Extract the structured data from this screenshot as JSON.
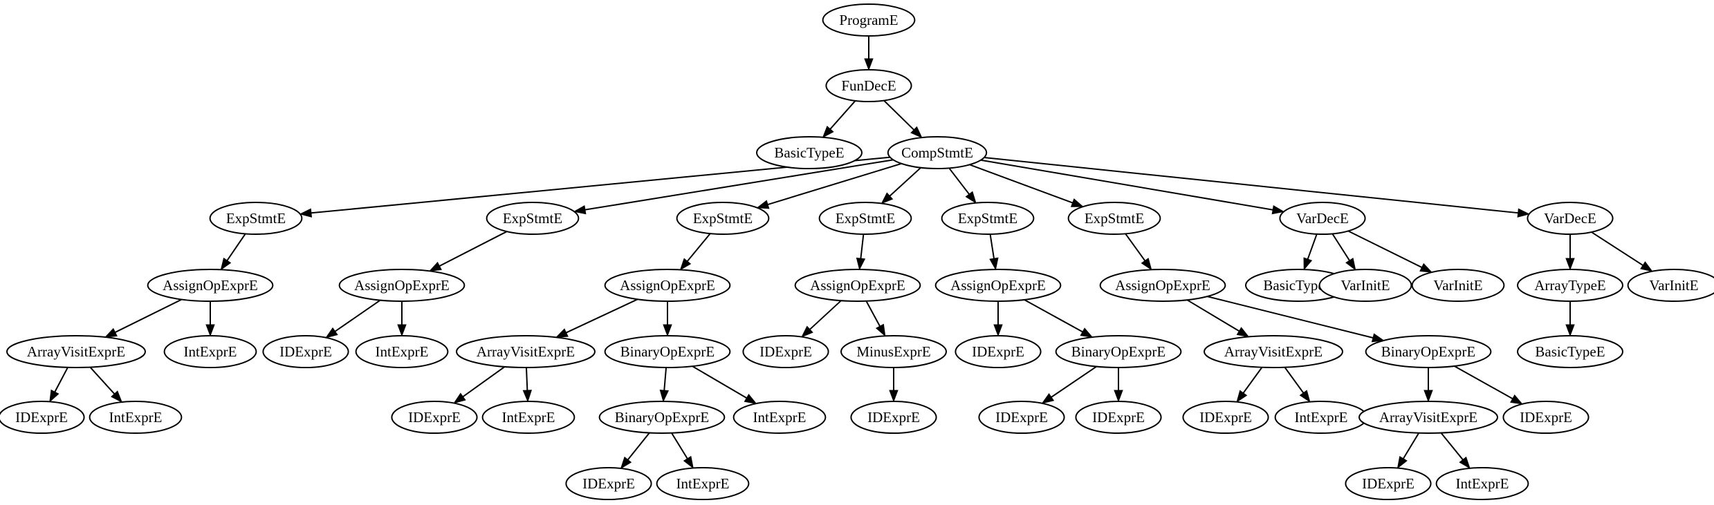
{
  "diagram": {
    "type": "tree",
    "nodes": [
      {
        "id": "n0",
        "label": "ProgramE"
      },
      {
        "id": "n1",
        "label": "FunDecE"
      },
      {
        "id": "n2",
        "label": "BasicTypeE"
      },
      {
        "id": "n3",
        "label": "CompStmtE"
      },
      {
        "id": "n4",
        "label": "ExpStmtE"
      },
      {
        "id": "n5",
        "label": "ExpStmtE"
      },
      {
        "id": "n6",
        "label": "ExpStmtE"
      },
      {
        "id": "n7",
        "label": "ExpStmtE"
      },
      {
        "id": "n8",
        "label": "ExpStmtE"
      },
      {
        "id": "n9",
        "label": "ExpStmtE"
      },
      {
        "id": "n10",
        "label": "VarDecE"
      },
      {
        "id": "n11",
        "label": "VarDecE"
      },
      {
        "id": "n12",
        "label": "AssignOpExprE"
      },
      {
        "id": "n13",
        "label": "AssignOpExprE"
      },
      {
        "id": "n14",
        "label": "AssignOpExprE"
      },
      {
        "id": "n15",
        "label": "AssignOpExprE"
      },
      {
        "id": "n16",
        "label": "AssignOpExprE"
      },
      {
        "id": "n17",
        "label": "AssignOpExprE"
      },
      {
        "id": "n18",
        "label": "BasicTypeE"
      },
      {
        "id": "n19",
        "label": "VarInitE"
      },
      {
        "id": "n20",
        "label": "VarInitE"
      },
      {
        "id": "n21",
        "label": "ArrayTypeE"
      },
      {
        "id": "n22",
        "label": "VarInitE"
      },
      {
        "id": "n23",
        "label": "ArrayVisitExprE"
      },
      {
        "id": "n24",
        "label": "IntExprE"
      },
      {
        "id": "n25",
        "label": "IDExprE"
      },
      {
        "id": "n26",
        "label": "IntExprE"
      },
      {
        "id": "n27",
        "label": "ArrayVisitExprE"
      },
      {
        "id": "n28",
        "label": "BinaryOpExprE"
      },
      {
        "id": "n29",
        "label": "IDExprE"
      },
      {
        "id": "n30",
        "label": "MinusExprE"
      },
      {
        "id": "n31",
        "label": "IDExprE"
      },
      {
        "id": "n32",
        "label": "BinaryOpExprE"
      },
      {
        "id": "n33",
        "label": "ArrayVisitExprE"
      },
      {
        "id": "n34",
        "label": "BinaryOpExprE"
      },
      {
        "id": "n35",
        "label": "BasicTypeE"
      },
      {
        "id": "n36",
        "label": "IDExprE"
      },
      {
        "id": "n37",
        "label": "IntExprE"
      },
      {
        "id": "n38",
        "label": "IDExprE"
      },
      {
        "id": "n39",
        "label": "IntExprE"
      },
      {
        "id": "n40",
        "label": "BinaryOpExprE"
      },
      {
        "id": "n41",
        "label": "IntExprE"
      },
      {
        "id": "n42",
        "label": "IDExprE"
      },
      {
        "id": "n43",
        "label": "IDExprE"
      },
      {
        "id": "n44",
        "label": "IDExprE"
      },
      {
        "id": "n45",
        "label": "IDExprE"
      },
      {
        "id": "n46",
        "label": "IntExprE"
      },
      {
        "id": "n47",
        "label": "ArrayVisitExprE"
      },
      {
        "id": "n48",
        "label": "IDExprE"
      },
      {
        "id": "n49",
        "label": "IDExprE"
      },
      {
        "id": "n50",
        "label": "IntExprE"
      },
      {
        "id": "n51",
        "label": "IDExprE"
      },
      {
        "id": "n52",
        "label": "IntExprE"
      }
    ],
    "edges": [
      [
        "n0",
        "n1"
      ],
      [
        "n1",
        "n2"
      ],
      [
        "n1",
        "n3"
      ],
      [
        "n3",
        "n4"
      ],
      [
        "n3",
        "n5"
      ],
      [
        "n3",
        "n6"
      ],
      [
        "n3",
        "n7"
      ],
      [
        "n3",
        "n8"
      ],
      [
        "n3",
        "n9"
      ],
      [
        "n3",
        "n10"
      ],
      [
        "n3",
        "n11"
      ],
      [
        "n4",
        "n12"
      ],
      [
        "n5",
        "n13"
      ],
      [
        "n6",
        "n14"
      ],
      [
        "n7",
        "n15"
      ],
      [
        "n8",
        "n16"
      ],
      [
        "n9",
        "n17"
      ],
      [
        "n10",
        "n18"
      ],
      [
        "n10",
        "n19"
      ],
      [
        "n10",
        "n20"
      ],
      [
        "n11",
        "n21"
      ],
      [
        "n11",
        "n22"
      ],
      [
        "n12",
        "n23"
      ],
      [
        "n12",
        "n24"
      ],
      [
        "n13",
        "n25"
      ],
      [
        "n13",
        "n26"
      ],
      [
        "n14",
        "n27"
      ],
      [
        "n14",
        "n28"
      ],
      [
        "n15",
        "n29"
      ],
      [
        "n15",
        "n30"
      ],
      [
        "n16",
        "n31"
      ],
      [
        "n16",
        "n32"
      ],
      [
        "n17",
        "n33"
      ],
      [
        "n17",
        "n34"
      ],
      [
        "n21",
        "n35"
      ],
      [
        "n23",
        "n36"
      ],
      [
        "n23",
        "n37"
      ],
      [
        "n27",
        "n38"
      ],
      [
        "n27",
        "n39"
      ],
      [
        "n28",
        "n40"
      ],
      [
        "n28",
        "n41"
      ],
      [
        "n30",
        "n42"
      ],
      [
        "n32",
        "n43"
      ],
      [
        "n32",
        "n44"
      ],
      [
        "n33",
        "n45"
      ],
      [
        "n33",
        "n46"
      ],
      [
        "n34",
        "n47"
      ],
      [
        "n34",
        "n48"
      ],
      [
        "n40",
        "n49"
      ],
      [
        "n40",
        "n50"
      ],
      [
        "n47",
        "n51"
      ],
      [
        "n47",
        "n52"
      ]
    ]
  }
}
